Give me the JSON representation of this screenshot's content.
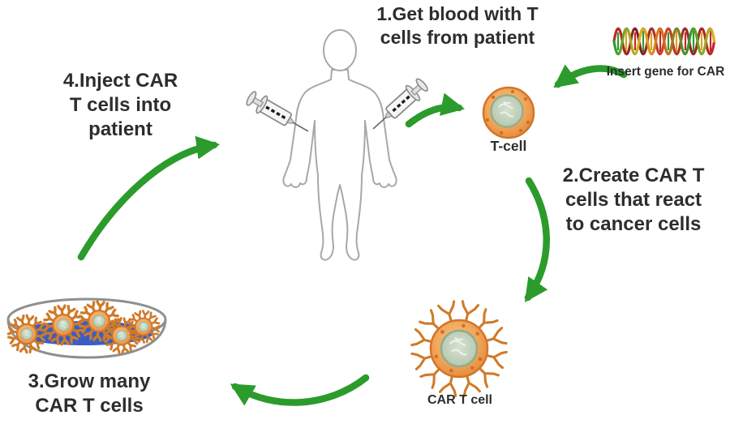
{
  "figure": {
    "background": "#ffffff",
    "steps": [
      {
        "label": "1.Get blood with T\ncells from patient"
      },
      {
        "label": "2.Create CAR T\ncells that react\nto cancer cells"
      },
      {
        "label": "3.Grow many\nCAR T cells"
      },
      {
        "label": "4.Inject CAR\nT cells into\npatient"
      }
    ],
    "labels": {
      "dna": "Insert gene for CAR",
      "t_cell": "T-cell",
      "car_t_cell": "CAR T cell"
    },
    "colors": {
      "arrow_green": "#2b9b2b",
      "cell_orange": "#efa04f",
      "cell_orange_border": "#d2752a",
      "receptor_orange": "#cf7a28",
      "nucleus_green": "#bfcfba",
      "nucleus_border": "#93ac8c",
      "dish_blue": "#3a5ec4",
      "dish_gray": "#8f8f8f",
      "body_outline": "#a8a8a8",
      "text": "#2d2d2d"
    }
  }
}
